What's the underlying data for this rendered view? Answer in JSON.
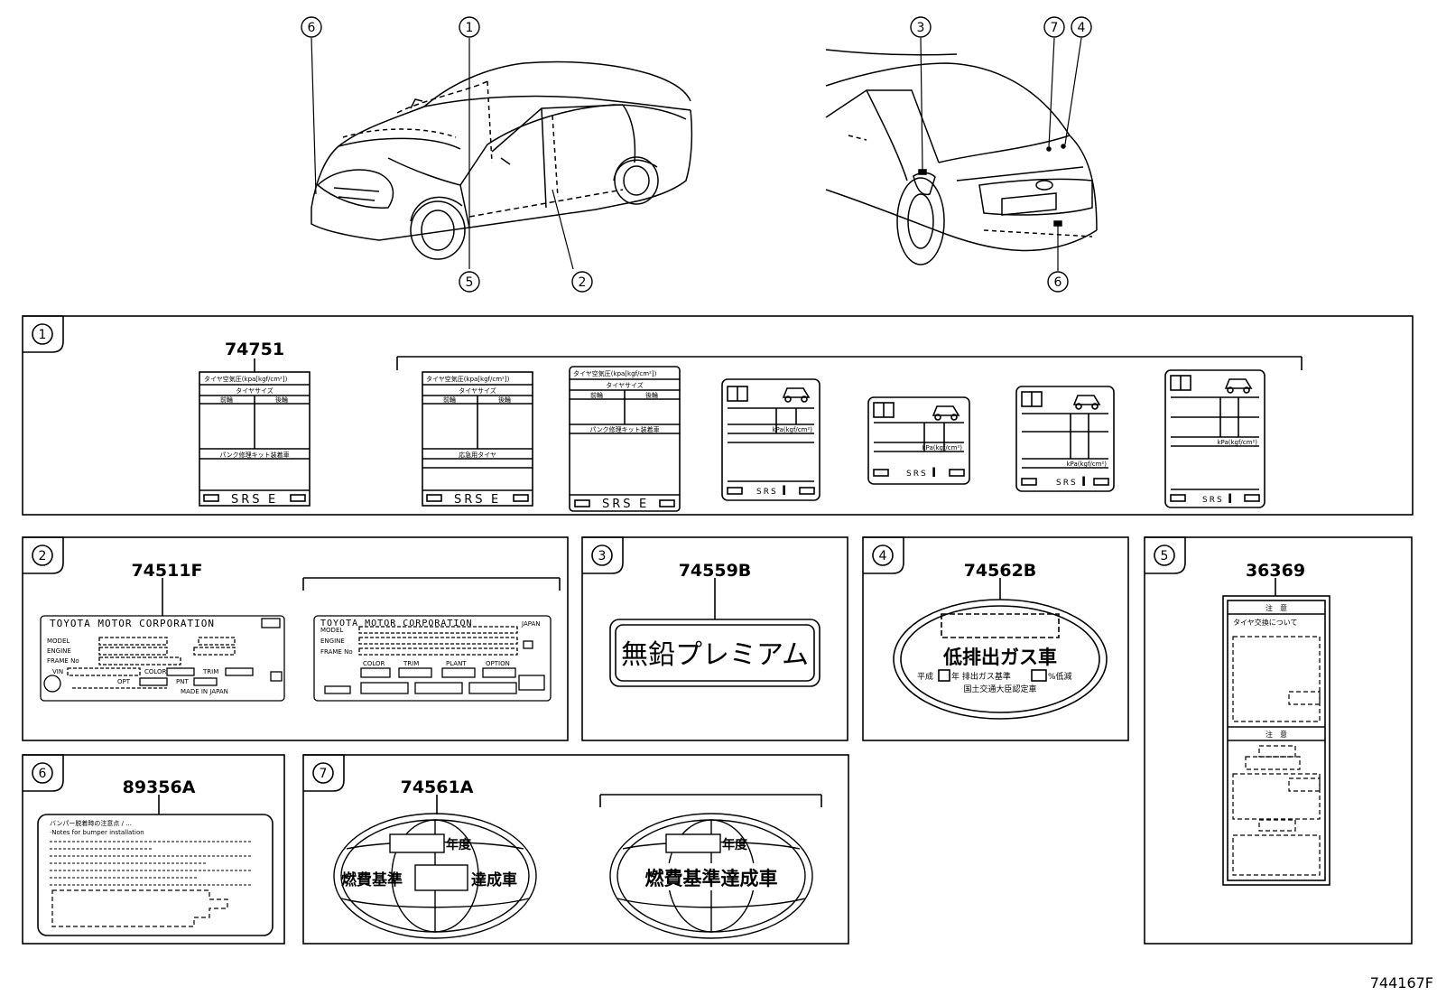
{
  "figure_id": "744167F",
  "callouts": {
    "n1": "1",
    "n2": "2",
    "n3": "3",
    "n4": "4",
    "n5": "5",
    "n6": "6",
    "n7": "7"
  },
  "panels": {
    "p1": {
      "number": "1",
      "part_number": "74751",
      "tire_label": {
        "title": "タイヤ空気圧(kpa[kgf/cm²])",
        "size_row": "タイヤサイズ",
        "front": "前輪",
        "rear": "後輪",
        "spare": "応急用タイヤ",
        "puncture_kit": "パンク修理キット装着車",
        "srs": "SRS",
        "srs_variant_e": "E",
        "srs_variant_i": "I",
        "unit": "kPa(kgf/cm²)"
      }
    },
    "p2": {
      "number": "2",
      "part_number": "74511F",
      "plate_a": {
        "maker": "TOYOTA MOTOR CORPORATION",
        "model": "MODEL",
        "engine": "ENGINE",
        "frame": "FRAME No",
        "vin": "VIN",
        "color": "COLOR",
        "trim": "TRIM",
        "opt": "OPT",
        "pnt": "PNT",
        "made_in": "MADE IN JAPAN"
      },
      "plate_b": {
        "maker": "TOYOTA MOTOR CORPORATION",
        "japan": "JAPAN",
        "model": "MODEL",
        "engine": "ENGINE",
        "frame": "FRAME No",
        "color": "COLOR",
        "trim": "TRIM",
        "plant": "PLANT",
        "option": "OPTION"
      }
    },
    "p3": {
      "number": "3",
      "part_number": "74559B",
      "label": "無鉛プレミアム"
    },
    "p4": {
      "number": "4",
      "part_number": "74562B",
      "label": "低排出ガス車",
      "line2_a": "平成",
      "line2_b": "年 排出ガス基準",
      "line2_c": "%低減",
      "line3": "国土交通大臣認定車"
    },
    "p5": {
      "number": "5",
      "part_number": "36369",
      "head1": "注　意",
      "sub1": "タイヤ交換について",
      "head2": "注　意"
    },
    "p6": {
      "number": "6",
      "part_number": "89356A",
      "line1": "バンパー脱着時の注意点 / ...",
      "line2": "·Notes for bumper installation"
    },
    "p7": {
      "number": "7",
      "part_number": "74561A",
      "nendo": "年度",
      "left_a": "燃費基準",
      "left_b": "達成車",
      "right": "燃費基準達成車"
    }
  }
}
